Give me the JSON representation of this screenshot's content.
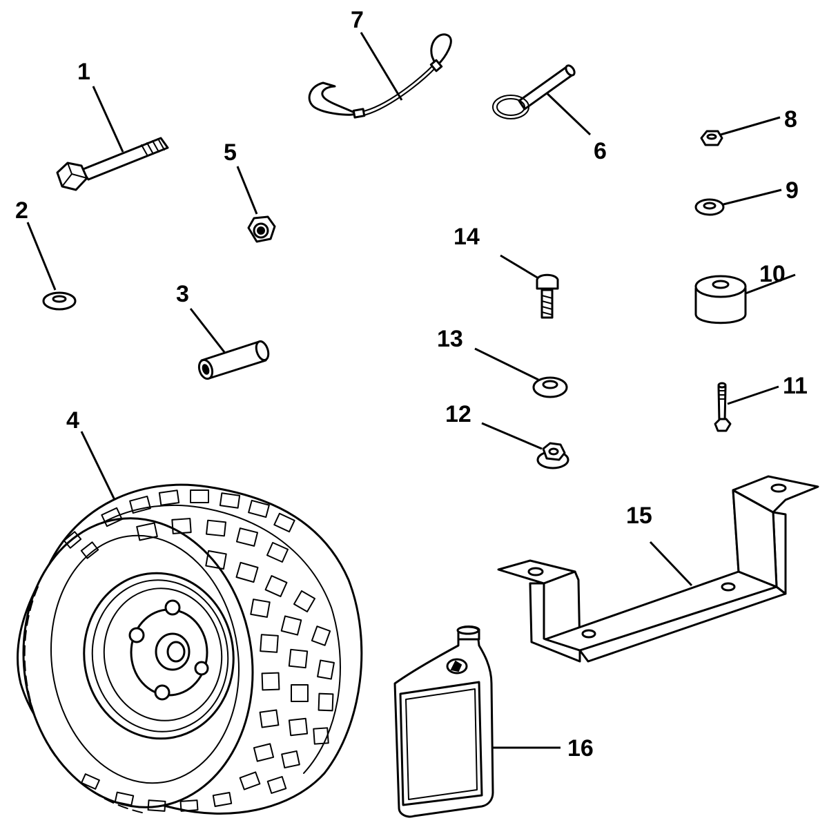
{
  "colors": {
    "ink": "#000000",
    "paper": "#ffffff"
  },
  "labels": [
    "1",
    "2",
    "3",
    "4",
    "5",
    "6",
    "7",
    "8",
    "9",
    "10",
    "11",
    "12",
    "13",
    "14",
    "15",
    "16"
  ]
}
